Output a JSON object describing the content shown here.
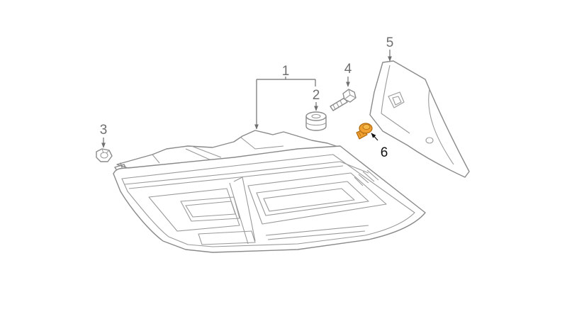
{
  "diagram": {
    "callouts": [
      {
        "id": "1",
        "label": "1"
      },
      {
        "id": "2",
        "label": "2"
      },
      {
        "id": "3",
        "label": "3"
      },
      {
        "id": "4",
        "label": "4"
      },
      {
        "id": "5",
        "label": "5"
      },
      {
        "id": "6",
        "label": "6"
      }
    ],
    "colors": {
      "line": "#8a8a8a",
      "leader": "#6f6f6f",
      "highlight_fill": "#f0a030",
      "highlight_stroke": "#b06a10",
      "highlight_label": "#111111"
    },
    "highlighted_part": "6"
  }
}
